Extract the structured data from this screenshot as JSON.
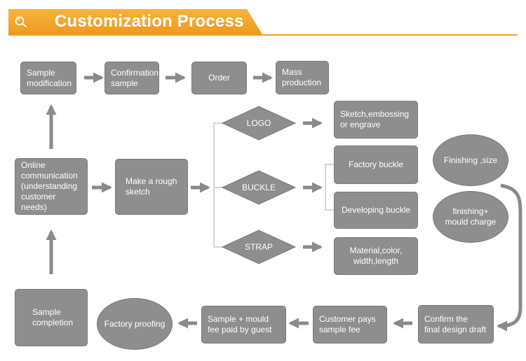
{
  "header": {
    "title": "Customization Process",
    "icon": "search-icon"
  },
  "colors": {
    "accent": "#ef9d22",
    "node": "#8e8e8e",
    "arrow": "#8a8a8a",
    "connector": "#d8d8d8"
  },
  "nodes": {
    "sample_modification": "Sample\nmodification",
    "confirmation_sample": "Confirmation\nsample",
    "order": "Order",
    "mass_production": "Mass\nproduction",
    "online_communication": "Online\ncommunication\n(understanding\ncustomer needs)",
    "rough_sketch": "Make a rough\nsketch",
    "logo": "LOGO",
    "buckle": "BUCKLE",
    "strap": "STRAP",
    "sketch_embossing": "Sketch,embossing\nor engrave",
    "factory_buckle": "Factory buckle",
    "developing_buckle": "Developing buckle",
    "material_color": "Material,color,\nwidth,length",
    "finishing_size": "Finishing ,size",
    "finishing_mould": "finishing+\nmould charge",
    "confirm_final": "Confirm the\nfinal design draft",
    "customer_pays": "Customer pays\nsample fee",
    "sample_mould_fee": "Sample + mould\nfee paid by guest",
    "factory_proofing": "Factory proofing",
    "sample_completion": "Sample\ncompletion"
  }
}
